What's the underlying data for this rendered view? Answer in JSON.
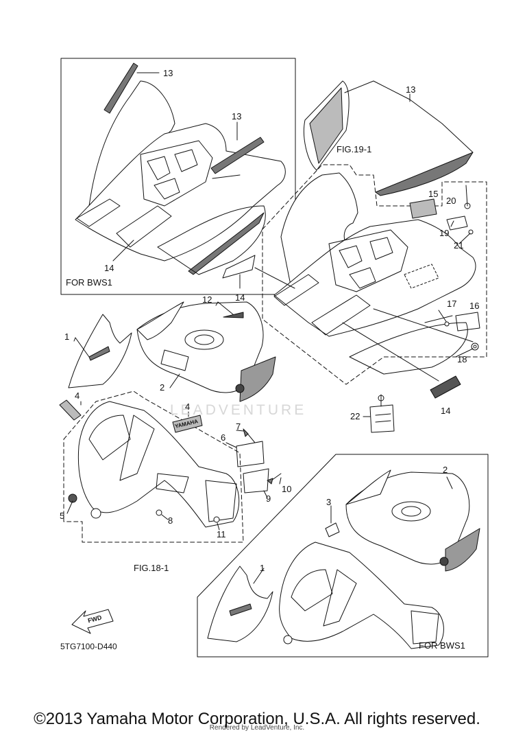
{
  "captions": {
    "fig19": "FIG.19-1",
    "fig18": "FIG.18-1",
    "bws_top": "FOR BWS1",
    "bws_bottom": "FOR BWS1"
  },
  "part_code": "5TG7100-D440",
  "fwd_label": "FWD",
  "brand_decal": "YAMAHA",
  "watermark": "LEADVENTURE",
  "copyright": "©2013 Yamaha Motor Corporation, U.S.A. All rights reserved.",
  "rendered_by": "Rendered by LeadVenture, Inc.",
  "callouts": {
    "c13a": "13",
    "c13b": "13",
    "c13c": "13",
    "c14a": "14",
    "c14b": "14",
    "c14c": "14",
    "c15": "15",
    "c20": "20",
    "c19": "19",
    "c21": "21",
    "c17": "17",
    "c16": "16",
    "c18": "18",
    "c12": "12",
    "c1a": "1",
    "c2a": "2",
    "c4a": "4",
    "c4b": "4",
    "c22": "22",
    "c7": "7",
    "c6": "6",
    "c10": "10",
    "c9": "9",
    "c5": "5",
    "c8": "8",
    "c11": "11",
    "c2b": "2",
    "c3": "3",
    "c1b": "1"
  }
}
